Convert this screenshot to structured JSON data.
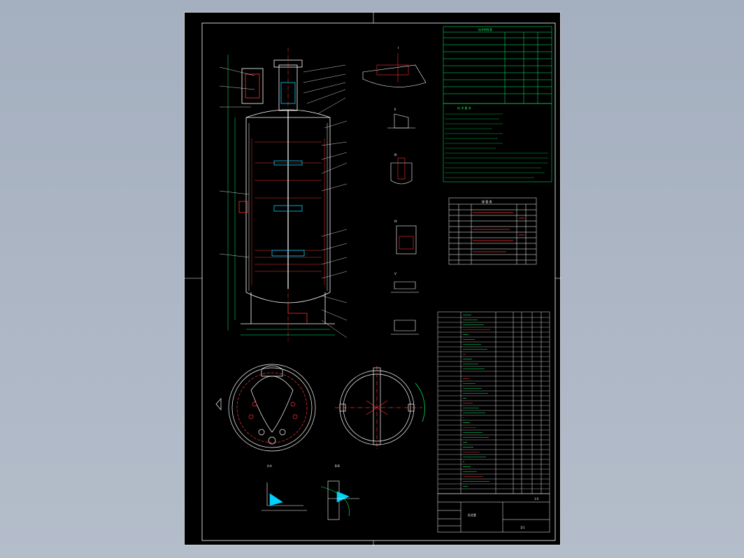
{
  "drawing": {
    "section_labels": [
      "A-A",
      "B-B",
      "I",
      "II",
      "III",
      "IV",
      "V"
    ],
    "scale_label": "1:5",
    "title_block": {
      "title": "反应釜",
      "subtitle": "",
      "sheet": "1/1"
    },
    "nozzle_table_header": "接 管 表",
    "tech_spec_header": "技术特性表",
    "tech_req_header": "技 术 要 求"
  },
  "colors": {
    "line_white": "#ffffff",
    "line_red": "#ff3030",
    "line_green": "#00ff66",
    "line_cyan": "#00d0ff",
    "line_yellow": "#ffff00",
    "sheet_bg": "#000000"
  }
}
